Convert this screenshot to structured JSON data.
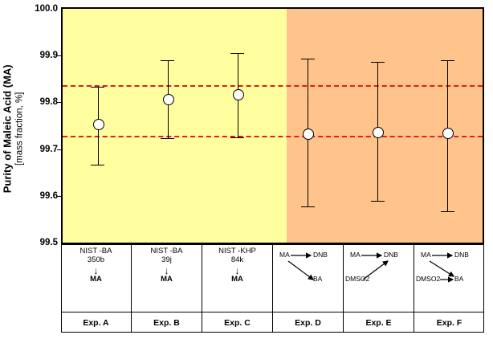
{
  "chart_data": {
    "type": "scatter",
    "title": "",
    "ylabel": "Purity of Maleic Acid (MA)",
    "ylabel_sub": "[mass fraction, %]",
    "xlabel": "",
    "ylim": [
      99.5,
      100.0
    ],
    "ytick_labels": [
      "100.0",
      "99.9",
      "99.8",
      "99.7",
      "99.6",
      "99.5"
    ],
    "ytick_values": [
      100.0,
      99.9,
      99.8,
      99.7,
      99.6,
      99.5
    ],
    "grid": false,
    "legend": "none",
    "reference_lines": [
      {
        "value": 99.836,
        "color": "#e8191b",
        "style": "dashed"
      },
      {
        "value": 99.729,
        "color": "#e8191b",
        "style": "dashed"
      }
    ],
    "background_bands": [
      {
        "from_index": 0,
        "to_index": 2,
        "color": "#ffffa0"
      },
      {
        "from_index": 3,
        "to_index": 5,
        "color": "#ffc48c"
      }
    ],
    "categories": [
      "Exp. A",
      "Exp. B",
      "Exp. C",
      "Exp. D",
      "Exp. E",
      "Exp. F"
    ],
    "values": [
      99.755,
      99.807,
      99.818,
      99.734,
      99.737,
      99.736
    ],
    "err_high": [
      99.833,
      99.89,
      99.905,
      99.893,
      99.886,
      99.89
    ],
    "err_low": [
      99.667,
      99.724,
      99.725,
      99.578,
      99.59,
      99.567
    ]
  },
  "axis": {
    "y_title_main": "Purity of Maleic Acid (MA)",
    "y_title_sub": "[mass fraction, %]"
  },
  "columns": [
    {
      "id": "exp-a",
      "kind": "standard",
      "std_line1": "NIST -BA",
      "std_line2": "350b",
      "arrow": "↓",
      "product": "MA",
      "exp_label": "Exp. A"
    },
    {
      "id": "exp-b",
      "kind": "standard",
      "std_line1": "NIST -BA",
      "std_line2": "39j",
      "arrow": "↓",
      "product": "MA",
      "exp_label": "Exp. B"
    },
    {
      "id": "exp-c",
      "kind": "standard",
      "std_line1": "NIST -KHP",
      "std_line2": "84k",
      "arrow": "↓",
      "product": "MA",
      "exp_label": "Exp. C"
    },
    {
      "id": "exp-d",
      "kind": "reaction",
      "node_tl": "MA",
      "node_tr": "DNB",
      "node_bl": "",
      "node_br": "BA",
      "exp_label": "Exp. D"
    },
    {
      "id": "exp-e",
      "kind": "reaction",
      "node_tl": "MA",
      "node_tr": "DNB",
      "node_bl": "DMSO2",
      "node_br": "",
      "exp_label": "Exp. E"
    },
    {
      "id": "exp-f",
      "kind": "reaction",
      "node_tl": "MA",
      "node_tr": "DNB",
      "node_bl": "DMSO2",
      "node_br": "BA",
      "exp_label": "Exp. F"
    }
  ],
  "colors": {
    "reference_line": "#e8191b",
    "band_yellow": "#ffffa0",
    "band_orange": "#ffc48c",
    "marker_face": "#ffffff",
    "marker_edge": "#000000"
  }
}
